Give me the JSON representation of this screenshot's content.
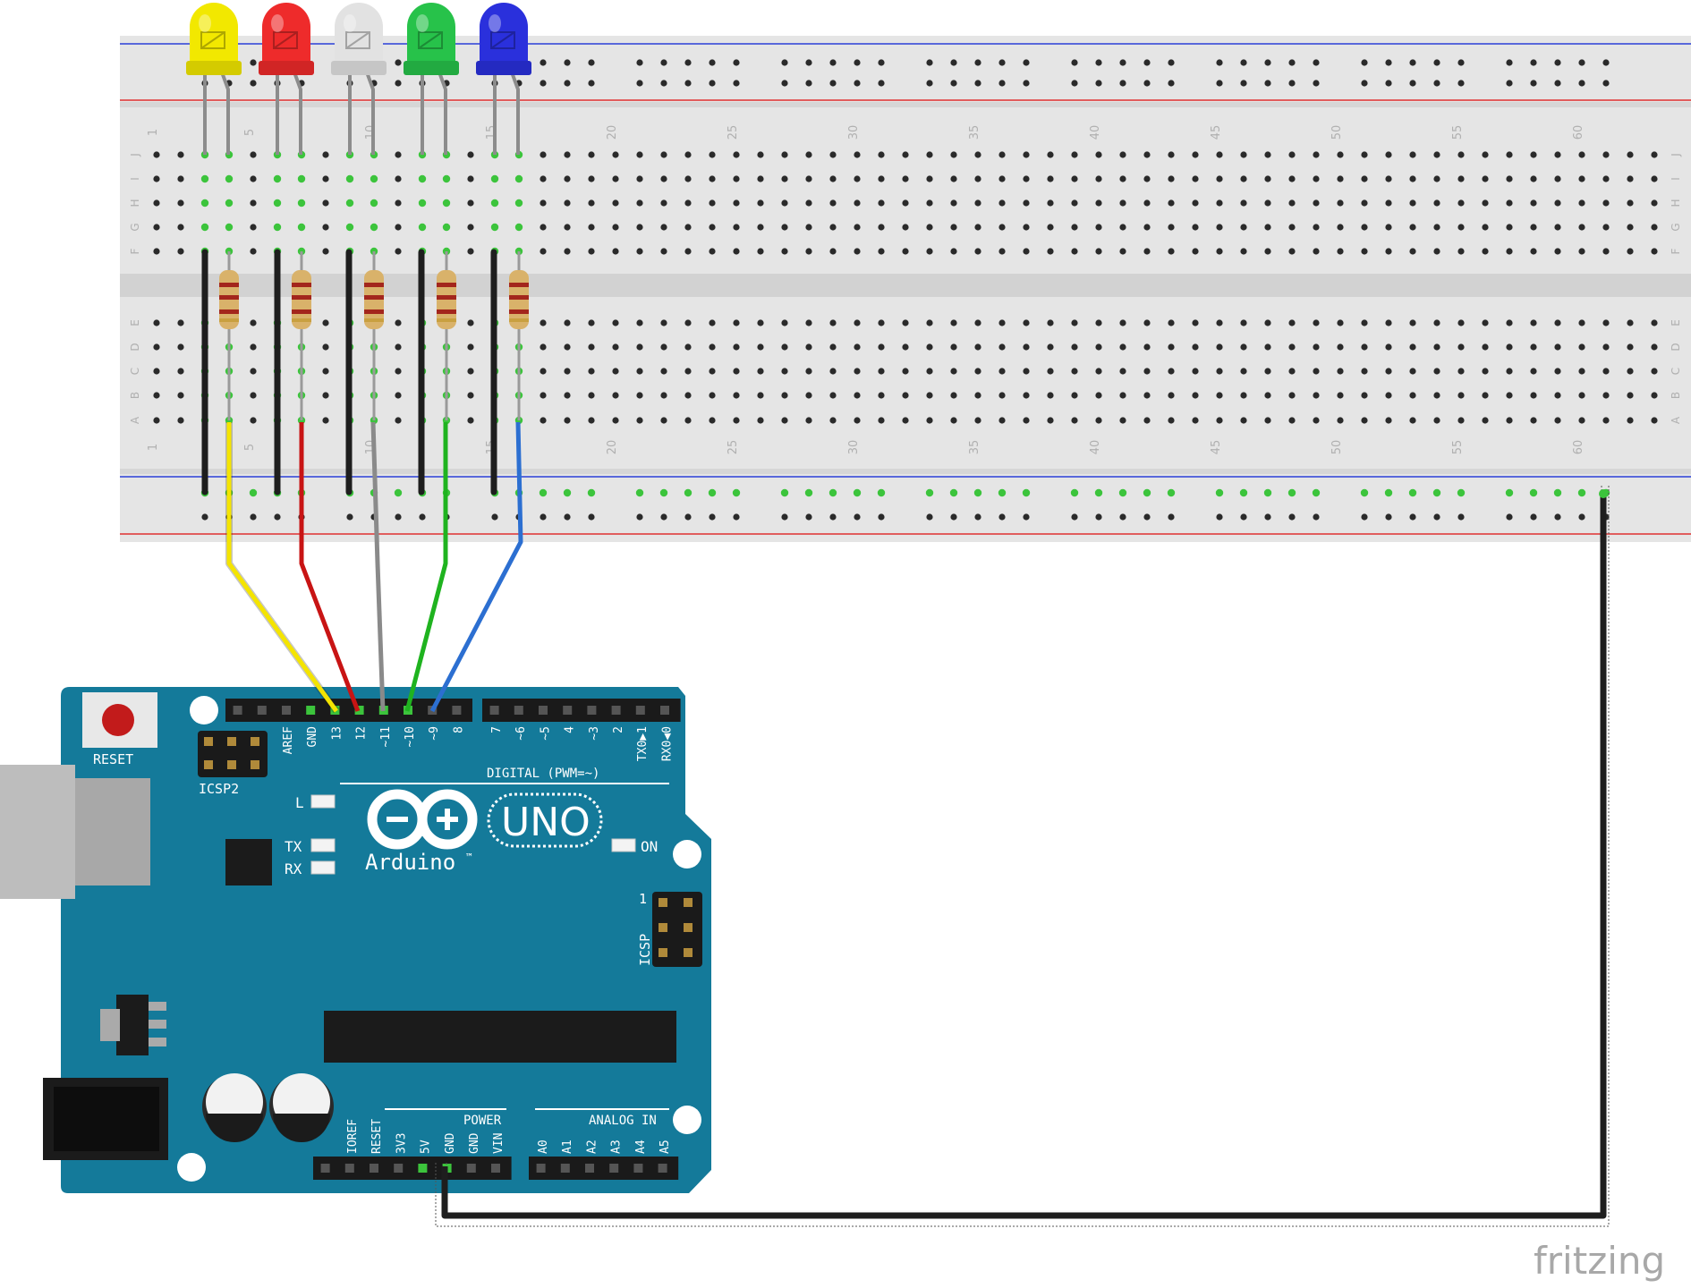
{
  "colors": {
    "breadboard": "#e5e5e5",
    "breadboard_groove": "#d2d2d2",
    "rail_blue": "#2b3fd8",
    "rail_red": "#e03030",
    "board_teal": "#147a9a",
    "hole": "#2a2a2a",
    "hole_connected": "#3cc43c",
    "wire_black": "#1e1e1e",
    "wire_yellow": "#f4e400",
    "wire_red": "#c81414",
    "wire_gray": "#8a8a8a",
    "wire_green": "#1fb31f",
    "wire_blue": "#2c6fd1"
  },
  "breadboard": {
    "row_letters": [
      "J",
      "I",
      "H",
      "G",
      "F",
      "E",
      "D",
      "C",
      "B",
      "A"
    ],
    "column_numbers": [
      "1",
      "5",
      "10",
      "15",
      "20",
      "25",
      "30",
      "35",
      "40",
      "45",
      "50",
      "55",
      "60"
    ]
  },
  "leds": [
    {
      "name": "yellow",
      "color": "#f2e800"
    },
    {
      "name": "red",
      "color": "#ee2b2b"
    },
    {
      "name": "white",
      "color": "#e2e2e2"
    },
    {
      "name": "green",
      "color": "#27c24a"
    },
    {
      "name": "blue",
      "color": "#2a30dc"
    }
  ],
  "arduino": {
    "reset_label": "RESET",
    "icsp2_label": "ICSP2",
    "icsp_label": "ICSP",
    "icsp_pin1": "1",
    "logo_text": "Arduino",
    "trademark": "™",
    "model": "UNO",
    "led_labels": {
      "l": "L",
      "tx": "TX",
      "rx": "RX",
      "on": "ON"
    },
    "digital_header_label": "DIGITAL (PWM=~)",
    "digital_pins_left": [
      "AREF",
      "GND",
      "13",
      "12",
      "~11",
      "~10",
      "~9",
      "8"
    ],
    "digital_pins_right": [
      "7",
      "~6",
      "~5",
      "4",
      "~3",
      "2",
      "TX0▶1",
      "RX0◀0"
    ],
    "power_header_label": "POWER",
    "power_pins": [
      "IOREF",
      "RESET",
      "3V3",
      "5V",
      "GND",
      "GND",
      "VIN"
    ],
    "analog_header_label": "ANALOG IN",
    "analog_pins": [
      "A0",
      "A1",
      "A2",
      "A3",
      "A4",
      "A5"
    ]
  },
  "watermark": "fritzing"
}
